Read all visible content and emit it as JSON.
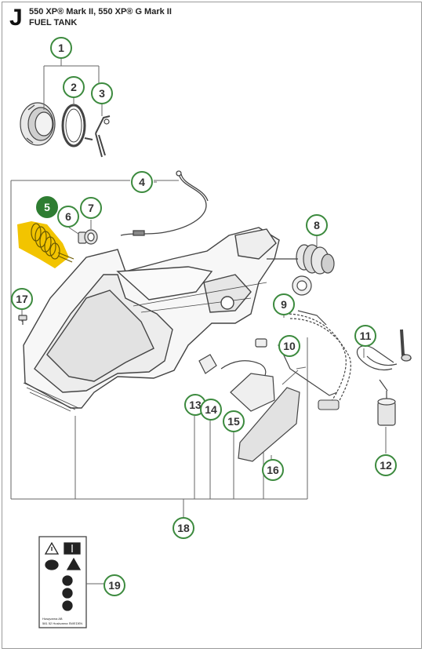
{
  "header": {
    "section_letter": "J",
    "model_line": "550 XP® Mark II, 550 XP® G Mark II",
    "section_title": "FUEL TANK"
  },
  "colors": {
    "callout_ring": "#3c8a3e",
    "callout_filled": "#2e7d32",
    "highlight": "#f2c400",
    "line_art": "#444444"
  },
  "callouts": [
    {
      "id": "1",
      "label": "1",
      "highlighted": false
    },
    {
      "id": "2",
      "label": "2",
      "highlighted": false
    },
    {
      "id": "3",
      "label": "3",
      "highlighted": false
    },
    {
      "id": "4",
      "label": "4",
      "highlighted": false
    },
    {
      "id": "5",
      "label": "5",
      "highlighted": true
    },
    {
      "id": "6",
      "label": "6",
      "highlighted": false
    },
    {
      "id": "7",
      "label": "7",
      "highlighted": false
    },
    {
      "id": "8",
      "label": "8",
      "highlighted": false
    },
    {
      "id": "9",
      "label": "9",
      "highlighted": false
    },
    {
      "id": "10",
      "label": "10",
      "highlighted": false
    },
    {
      "id": "11",
      "label": "11",
      "highlighted": false
    },
    {
      "id": "12",
      "label": "12",
      "highlighted": false
    },
    {
      "id": "13",
      "label": "13",
      "highlighted": false
    },
    {
      "id": "14",
      "label": "14",
      "highlighted": false
    },
    {
      "id": "15",
      "label": "15",
      "highlighted": false
    },
    {
      "id": "16",
      "label": "16",
      "highlighted": false
    },
    {
      "id": "17",
      "label": "17",
      "highlighted": false
    },
    {
      "id": "18",
      "label": "18",
      "highlighted": false
    },
    {
      "id": "19",
      "label": "19",
      "highlighted": false
    }
  ],
  "decal": {
    "line1": "Husqvarna AB",
    "line2": "581 52 Huskvarna SWEDEN"
  }
}
